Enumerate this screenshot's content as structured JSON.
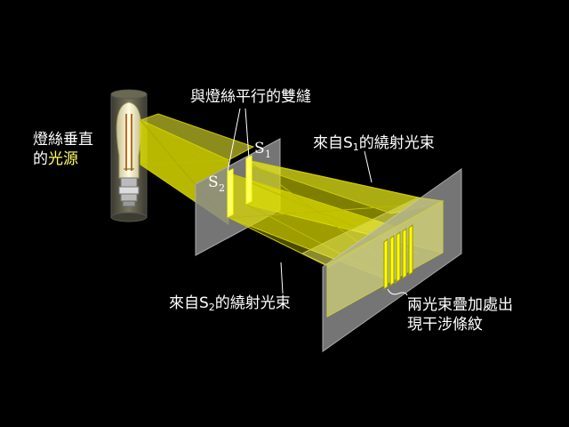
{
  "labels": {
    "bulb_line1": "燈絲垂直",
    "bulb_line2_a": "的",
    "bulb_line2_b": "光源",
    "double_slit": "與燈絲平行的雙縫",
    "from_s1_prefix": "來自S",
    "from_s1_sub": "1",
    "from_s1_suffix": "的繞射光束",
    "from_s2_prefix": "來自S",
    "from_s2_sub": "2",
    "from_s2_suffix": "的繞射光束",
    "overlap_line1": "兩光束疊加處出",
    "overlap_line2": "現干涉條紋",
    "slit1_main": "S",
    "slit1_sub": "1",
    "slit2_main": "S",
    "slit2_sub": "2"
  },
  "colors": {
    "background": "#000000",
    "beam": "#e6e600",
    "screen": "#8a8a8a",
    "text": "#ffffff",
    "highlight_text": "#ffff66"
  }
}
